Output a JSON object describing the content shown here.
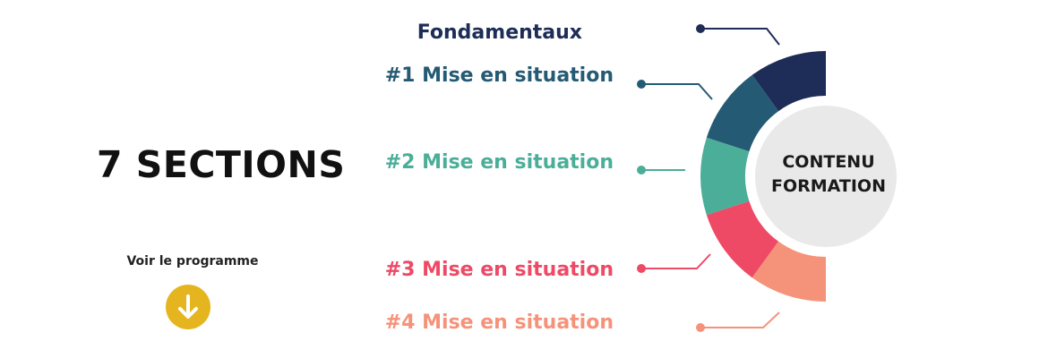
{
  "headline": "7 SECTIONS",
  "cta": {
    "label": "Voir le programme",
    "icon": "arrow-down-circle-icon",
    "color": "#E5B520"
  },
  "diagram": {
    "center": {
      "line1": "CONTENU",
      "line2": "FORMATION",
      "fill": "#E9E9E9"
    },
    "segments": [
      {
        "label": "Fondamentaux",
        "color": "#1E2D57"
      },
      {
        "label": "#1 Mise en situation",
        "color": "#245A73"
      },
      {
        "label": "#2 Mise en situation",
        "color": "#4BAE98"
      },
      {
        "label": "#3 Mise en situation",
        "color": "#EE4A66"
      },
      {
        "label": "#4 Mise en situation",
        "color": "#F5937A"
      }
    ]
  }
}
